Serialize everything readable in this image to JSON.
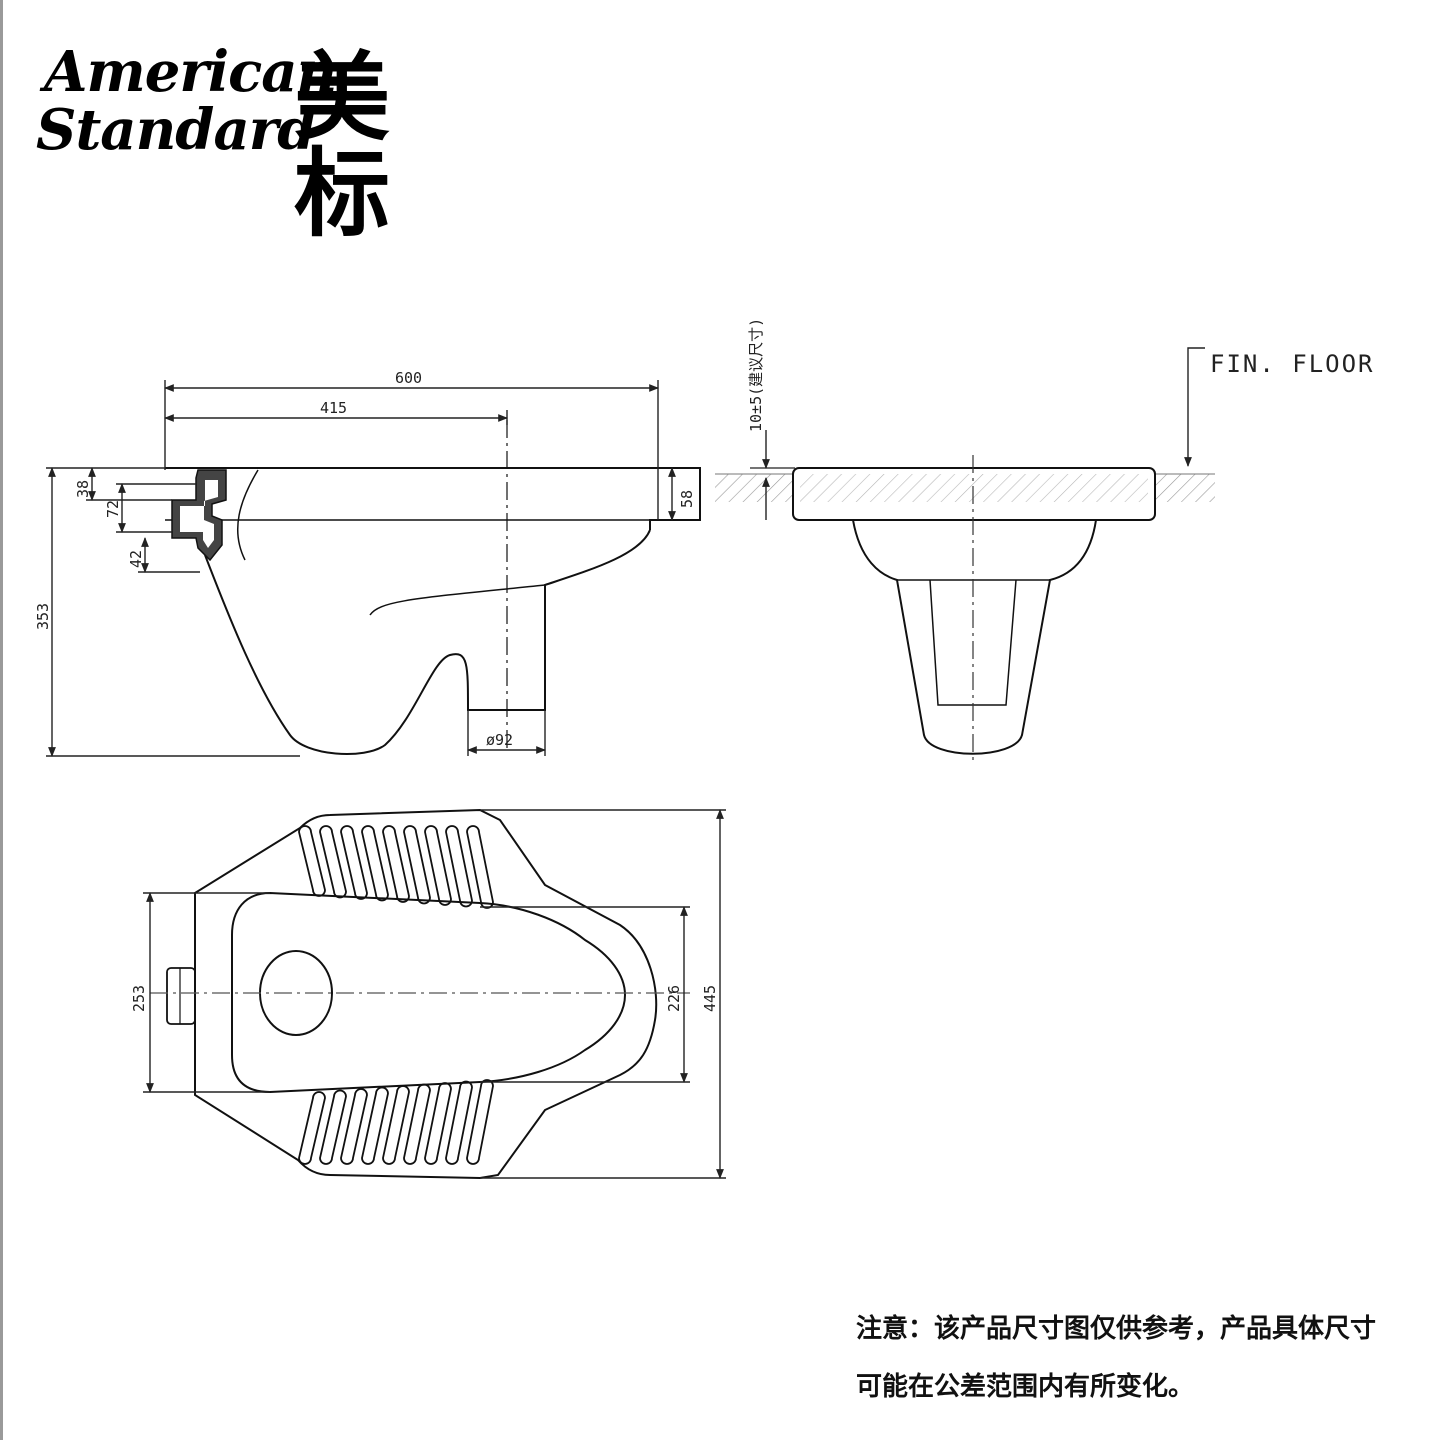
{
  "brand": {
    "name_line1": "American",
    "name_line2": "Standard",
    "name_cn": "美标"
  },
  "side_view": {
    "dim_total_length": "600",
    "dim_outlet_offset": "415",
    "dim_total_height": "353",
    "dim_inlet_top": "38",
    "dim_inlet_height": "72",
    "dim_inlet_bottom": "42",
    "dim_rim_height": "58",
    "dim_outlet_diameter": "ø92"
  },
  "front_view": {
    "dim_recess": "10±5(建议尺寸)",
    "finish_floor_label": "FIN. FLOOR"
  },
  "plan_view": {
    "dim_inner_width": "253",
    "dim_bowl_width": "226",
    "dim_total_width": "445"
  },
  "note": {
    "line1": "注意：该产品尺寸图仅供参考，产品具体尺寸",
    "line2": "可能在公差范围内有所变化。"
  }
}
